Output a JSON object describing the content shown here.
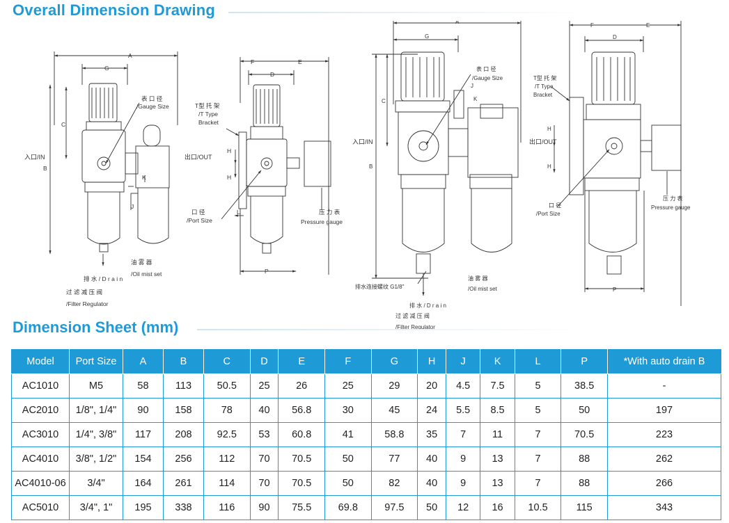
{
  "headings": {
    "drawing_title": "Overall Dimension Drawing",
    "sheet_title": "Dimension Sheet (mm)"
  },
  "labels": {
    "A": "A",
    "B": "B",
    "C": "C",
    "D": "D",
    "E": "E",
    "F": "F",
    "G": "G",
    "H": "H",
    "J": "J",
    "K": "K",
    "L": "L",
    "P": "P",
    "inlet": "入口/IN",
    "outlet": "出口/OUT",
    "gauge_cn": "表 口 径",
    "gauge_en": "/Gauge Size",
    "bracket_cn": "T型 托 架",
    "bracket_en1": "/T Type",
    "bracket_en2": "Bracket",
    "port_cn": "口 径",
    "port_en": "/Port Size",
    "pressure_cn": "压 力 表",
    "pressure_en": "Pressure gauge",
    "pressure_en2": "Pressure gauge",
    "drain_cn_en": "排 水 / D r a i n",
    "oil_cn": "油 雾 器",
    "oil_en": "/Oil mist set",
    "filter_cn": "过 滤 减 压 阀",
    "filter_en": "/Filter Regulator",
    "drain_thread": "排水连接螺纹 G1/8\""
  },
  "table": {
    "headers": [
      "Model",
      "Port Size",
      "A",
      "B",
      "C",
      "D",
      "E",
      "F",
      "G",
      "H",
      "J",
      "K",
      "L",
      "P",
      "*With auto drain B"
    ],
    "rows": [
      [
        "AC1010",
        "M5",
        "58",
        "113",
        "50.5",
        "25",
        "26",
        "25",
        "29",
        "20",
        "4.5",
        "7.5",
        "5",
        "38.5",
        "-"
      ],
      [
        "AC2010",
        "1/8\", 1/4\"",
        "90",
        "158",
        "78",
        "40",
        "56.8",
        "30",
        "45",
        "24",
        "5.5",
        "8.5",
        "5",
        "50",
        "197"
      ],
      [
        "AC3010",
        "1/4\", 3/8\"",
        "117",
        "208",
        "92.5",
        "53",
        "60.8",
        "41",
        "58.8",
        "35",
        "7",
        "11",
        "7",
        "70.5",
        "223"
      ],
      [
        "AC4010",
        "3/8\", 1/2\"",
        "154",
        "256",
        "112",
        "70",
        "70.5",
        "50",
        "77",
        "40",
        "9",
        "13",
        "7",
        "88",
        "262"
      ],
      [
        "AC4010-06",
        "3/4\"",
        "164",
        "261",
        "114",
        "70",
        "70.5",
        "50",
        "82",
        "40",
        "9",
        "13",
        "7",
        "88",
        "266"
      ],
      [
        "AC5010",
        "3/4\", 1\"",
        "195",
        "338",
        "116",
        "90",
        "75.5",
        "69.8",
        "97.5",
        "50",
        "12",
        "16",
        "10.5",
        "115",
        "343"
      ]
    ]
  },
  "colors": {
    "accent": "#1e9bd7",
    "line": "#333333"
  }
}
